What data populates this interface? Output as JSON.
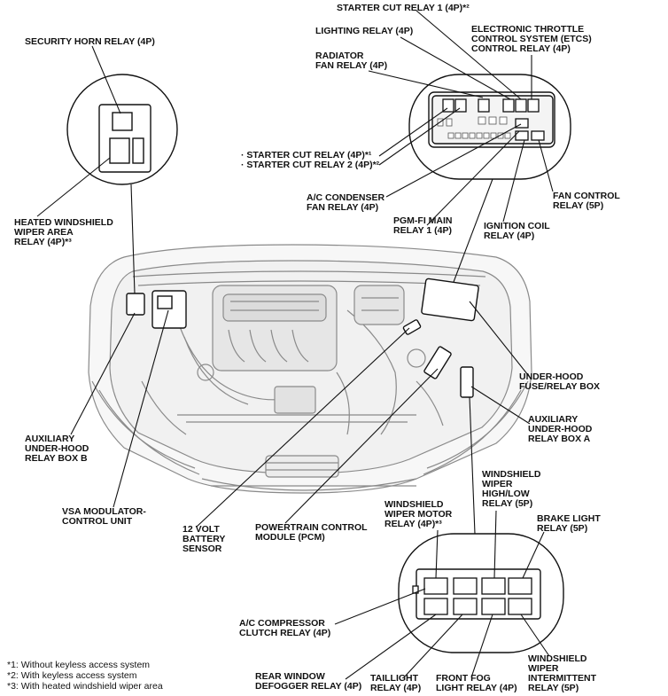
{
  "labels": {
    "starter_cut_relay_1": [
      "STARTER CUT RELAY 1 (4P)*²"
    ],
    "lighting_relay": [
      "LIGHTING RELAY (4P)"
    ],
    "etcs_relay": [
      "ELECTRONIC THROTTLE",
      "CONTROL SYSTEM (ETCS)",
      "CONTROL RELAY (4P)"
    ],
    "security_horn_relay": [
      "SECURITY HORN RELAY (4P)"
    ],
    "radiator_fan_relay": [
      "RADIATOR",
      "FAN RELAY (4P)"
    ],
    "starter_cut_relays": [
      "· STARTER CUT RELAY (4P)*¹",
      "· STARTER CUT RELAY 2 (4P)*²"
    ],
    "ac_condenser_fan_relay": [
      "A/C CONDENSER",
      "FAN RELAY (4P)"
    ],
    "fan_control_relay": [
      "FAN CONTROL",
      "RELAY (5P)"
    ],
    "heated_windshield_relay": [
      "HEATED WINDSHIELD",
      "WIPER AREA",
      "RELAY (4P)*³"
    ],
    "pgm_fi_main_relay": [
      "PGM-FI MAIN",
      "RELAY 1 (4P)"
    ],
    "ignition_coil_relay": [
      "IGNITION COIL",
      "RELAY (4P)"
    ],
    "under_hood_fuse_box": [
      "UNDER-HOOD",
      "FUSE/RELAY BOX"
    ],
    "aux_relay_box_a": [
      "AUXILIARY",
      "UNDER-HOOD",
      "RELAY BOX A"
    ],
    "aux_relay_box_b": [
      "AUXILIARY",
      "UNDER-HOOD",
      "RELAY BOX B"
    ],
    "windshield_wiper_high_low": [
      "WINDSHIELD",
      "WIPER",
      "HIGH/LOW",
      "RELAY (5P)"
    ],
    "windshield_wiper_motor_relay": [
      "WINDSHIELD",
      "WIPER MOTOR",
      "RELAY (4P)*³"
    ],
    "brake_light_relay": [
      "BRAKE LIGHT",
      "RELAY (5P)"
    ],
    "vsa_modulator": [
      "VSA MODULATOR-",
      "CONTROL UNIT"
    ],
    "battery_sensor": [
      "12 VOLT",
      "BATTERY",
      "SENSOR"
    ],
    "pcm": [
      "POWERTRAIN CONTROL",
      "MODULE (PCM)"
    ],
    "ac_compressor_relay": [
      "A/C COMPRESSOR",
      "CLUTCH RELAY (4P)"
    ],
    "windshield_wiper_intermittent": [
      "WINDSHIELD",
      "WIPER",
      "INTERMITTENT",
      "RELAY (5P)"
    ],
    "rear_window_defogger_relay": [
      "REAR WINDOW",
      "DEFOGGER RELAY (4P)"
    ],
    "taillight_relay": [
      "TAILLIGHT",
      "RELAY (4P)"
    ],
    "front_fog_light_relay": [
      "FRONT FOG",
      "LIGHT RELAY (4P)"
    ]
  },
  "footnotes": [
    "*1: Without keyless access system",
    "*2: With keyless access system",
    "*3: With heated windshield wiper area"
  ]
}
